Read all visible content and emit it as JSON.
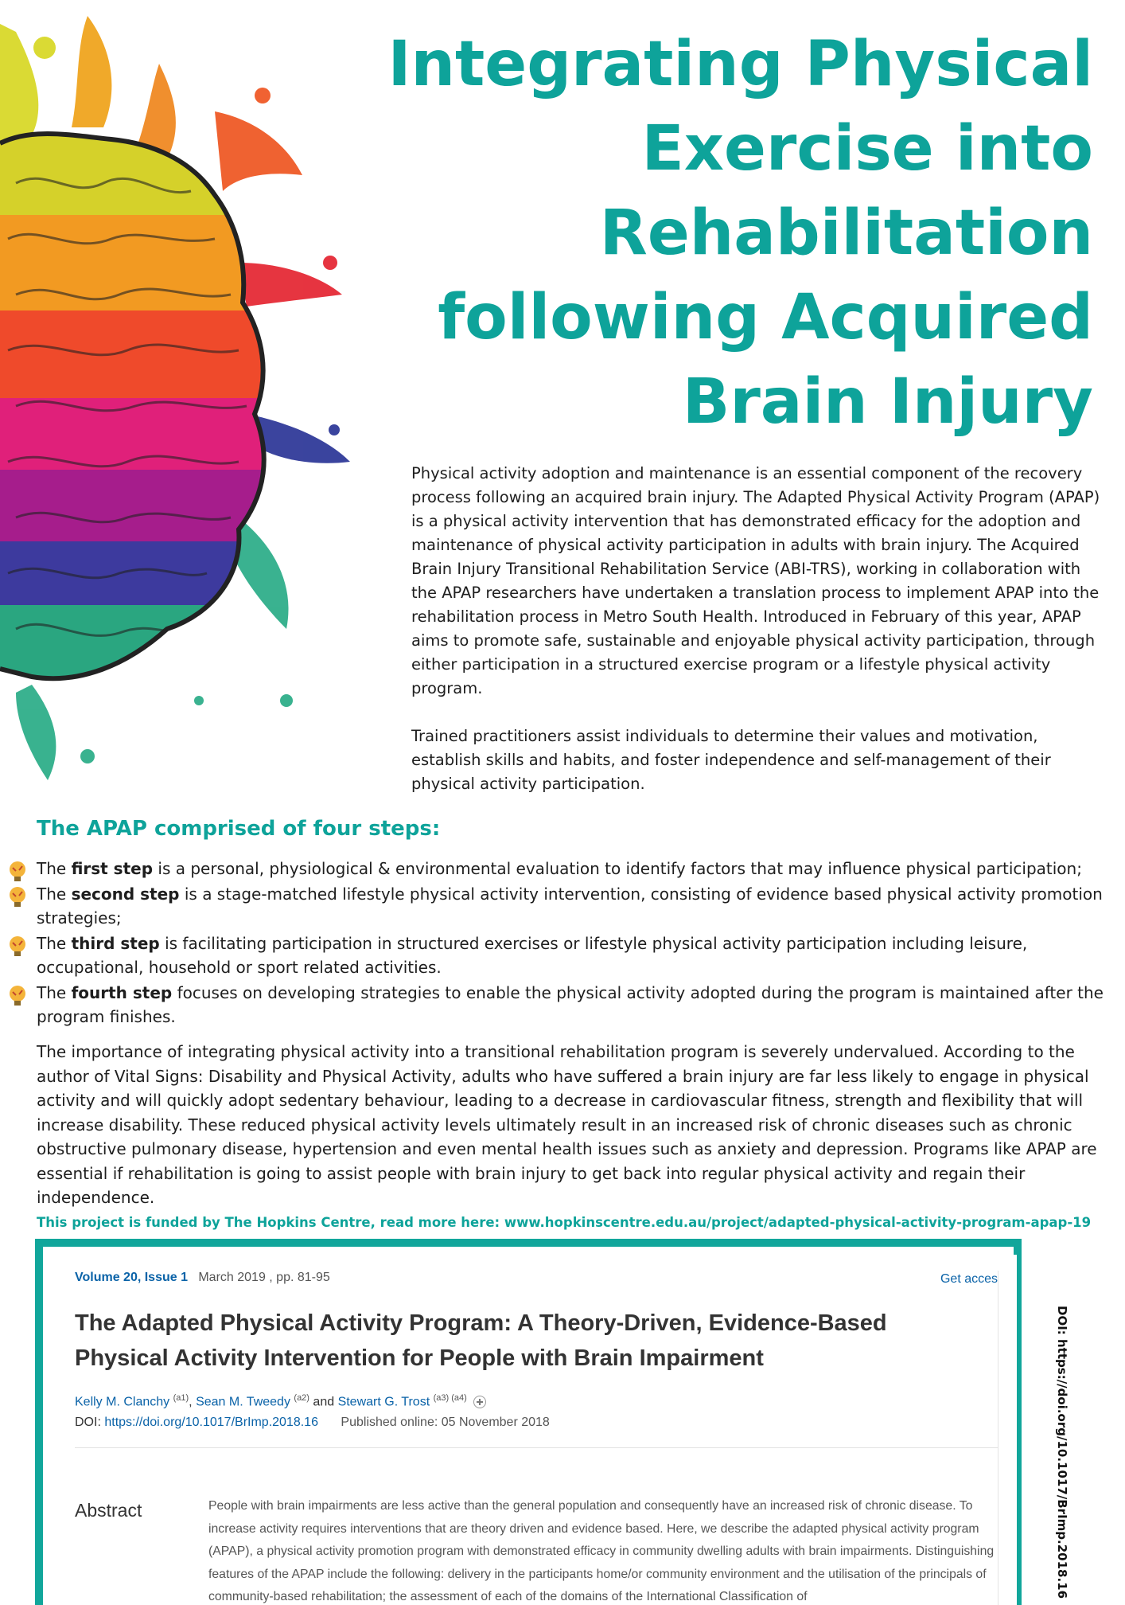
{
  "title_lines": [
    "Integrating Physical",
    "Exercise into",
    "Rehabilitation",
    "following Acquired",
    "Brain Injury"
  ],
  "intro": [
    "Physical activity adoption and maintenance is an essential component of the recovery process following an acquired brain injury. The Adapted Physical Activity Program (APAP) is a physical activity intervention that has demonstrated efficacy for the adoption and maintenance of physical activity participation in adults with brain injury. The Acquired Brain Injury Transitional Rehabilitation Service (ABI-TRS), working in collaboration with the APAP researchers have undertaken a translation process to implement APAP into the rehabilitation process in Metro South Health. Introduced in February of this year, APAP aims to promote safe, sustainable and enjoyable physical activity participation, through either participation in a structured exercise program or a lifestyle physical activity program.",
    "Trained practitioners assist individuals to determine their values and motivation, establish skills and habits, and foster independence and self-management of their physical activity participation."
  ],
  "steps_heading": "The APAP comprised of four steps:",
  "steps": [
    {
      "pre": "The ",
      "bold": "first step",
      "post": " is a personal, physiological & environmental evaluation to identify factors that may influence physical participation;"
    },
    {
      "pre": "The ",
      "bold": "second step",
      "post": " is a stage-matched lifestyle physical activity intervention, consisting of evidence based physical activity promotion strategies;"
    },
    {
      "pre": "The ",
      "bold": "third step",
      "post": " is facilitating participation in structured exercises or lifestyle physical activity participation including leisure, occupational, household or sport related activities."
    },
    {
      "pre": "The ",
      "bold": "fourth step",
      "post": " focuses on developing strategies to enable the physical activity adopted during the program is maintained after the program finishes."
    }
  ],
  "importance": "The importance of integrating physical activity into a transitional rehabilitation program is severely undervalued. According to the author of Vital Signs: Disability and Physical Activity, adults who have suffered a brain injury are far less likely to engage in physical activity and will quickly adopt sedentary behaviour, leading to a decrease in cardiovascular fitness, strength and flexibility that will increase disability. These reduced physical activity levels ultimately result in an increased risk of chronic diseases such as chronic obstructive pulmonary disease, hypertension and even mental health issues such as anxiety and depression. Programs like APAP are essential if rehabilitation is going to assist people with brain injury to get back into regular physical activity and regain their independence.",
  "funding": "This project is funded by The Hopkins Centre, read more here: www.hopkinscentre.edu.au/project/adapted-physical-activity-program-apap-19",
  "article": {
    "volume": "Volume 20, Issue 1",
    "date_pages": "March 2019 , pp. 81-95",
    "get_access": "Get acces",
    "title": "The Adapted Physical Activity Program: A Theory-Driven, Evidence-Based Physical Activity Intervention for People with Brain Impairment",
    "authors": [
      {
        "name": "Kelly M. Clanchy",
        "aff": "(a1)"
      },
      {
        "name": "Sean M. Tweedy",
        "aff": "(a2)"
      },
      {
        "name": "Stewart G. Trost",
        "aff": "(a3) (a4)"
      }
    ],
    "sep_comma": ", ",
    "sep_and": " and ",
    "doi_label": "DOI: ",
    "doi_link": "https://doi.org/10.1017/BrImp.2018.16",
    "published": "Published online: 05 November 2018",
    "abstract_heading": "Abstract",
    "abstract_text": "People with brain impairments are less active than the general population and consequently have an increased risk of chronic disease. To increase activity requires interventions that are theory driven and evidence based. Here, we describe the adapted physical activity program (APAP), a physical activity promotion program with demonstrated efficacy in community dwelling adults with brain impairments. Distinguishing features of the APAP include the following: delivery in the participants home/or community environment and the utilisation of the principals of community-based rehabilitation; the assessment of each of the domains of the International Classification of"
  },
  "side_doi": "DOI: https://doi.org/10.1017/BrImp.2018.16",
  "colors": {
    "teal": "#0ea39a",
    "frame": "#11a69b",
    "link": "#0b63a8"
  },
  "icons": {
    "art": "rainbow-brain-splash",
    "bullet": "lightbulb-head-icon"
  }
}
